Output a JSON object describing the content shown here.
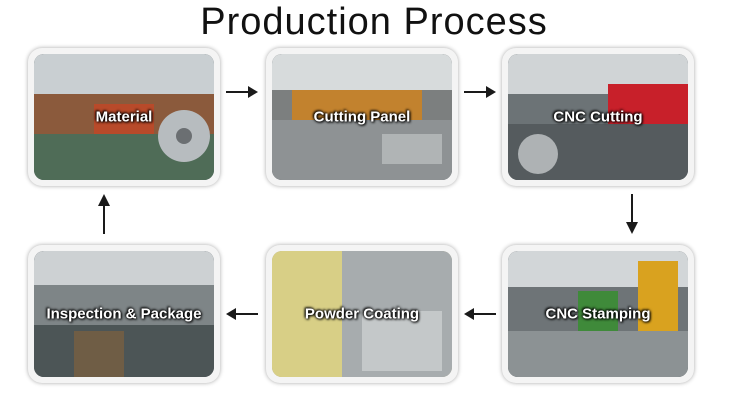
{
  "title": "Production Process",
  "steps": [
    {
      "label": "Material"
    },
    {
      "label": "Cutting Panel"
    },
    {
      "label": "CNC Cutting"
    },
    {
      "label": "CNC Stamping"
    },
    {
      "label": "Powder Coating"
    },
    {
      "label": "Inspection & Package"
    }
  ],
  "colors": {
    "arrow": "#1a1a1a",
    "label_text": "#ffffff",
    "card_border": "#f4f4f4"
  }
}
